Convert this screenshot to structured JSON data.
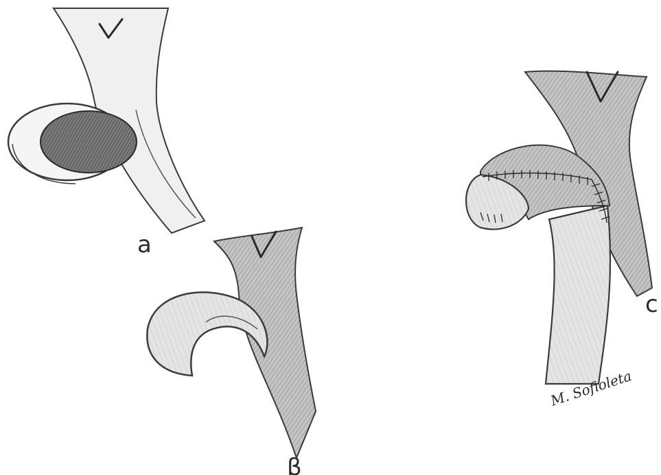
{
  "panels": [
    {
      "id": "a",
      "label": "a"
    },
    {
      "id": "b",
      "label": "β"
    },
    {
      "id": "c",
      "label": "c"
    }
  ],
  "signature": "M. Sofioleta",
  "colors": {
    "outline": "#3a3a3a",
    "vessel_fill": "#eeeeee",
    "vessel_shaded": "#b8b8b8",
    "dark_mass": "#6a6a6a",
    "background": "#ffffff"
  }
}
